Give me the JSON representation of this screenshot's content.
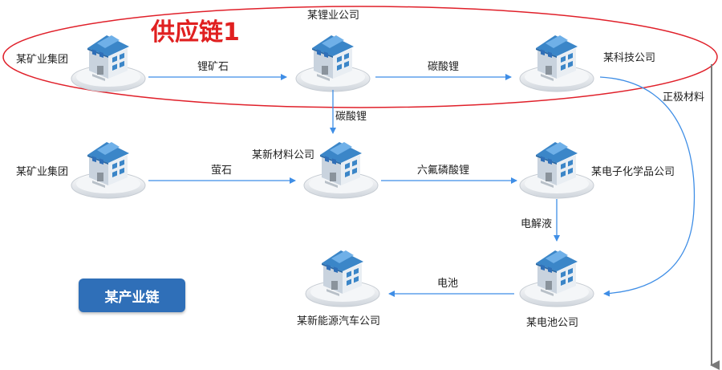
{
  "highlight": {
    "label": "供应链1",
    "color": "#e02020"
  },
  "industry_badge": {
    "label": "某产业链",
    "color": "#2f6fb8"
  },
  "nodes": {
    "mine1": {
      "label": "某矿业集团"
    },
    "lithium": {
      "label": "某锂业公司"
    },
    "tech": {
      "label": "某科技公司"
    },
    "mine2": {
      "label": "某矿业集团"
    },
    "material": {
      "label": "某新材料公司"
    },
    "chem": {
      "label": "某电子化学品公司"
    },
    "auto": {
      "label": "某新能源汽车公司"
    },
    "battery": {
      "label": "某电池公司"
    }
  },
  "edges": {
    "mine1_lithium": {
      "label": "锂矿石"
    },
    "lithium_tech": {
      "label": "碳酸锂"
    },
    "lithium_material": {
      "label": "碳酸锂"
    },
    "mine2_material": {
      "label": "萤石"
    },
    "material_chem": {
      "label": "六氟磷酸锂"
    },
    "chem_battery": {
      "label": "电解液"
    },
    "battery_auto": {
      "label": "电池"
    },
    "tech_battery": {
      "label": "正极材料"
    }
  },
  "colors": {
    "arrow": "#3f8ee6",
    "axis": "#7a7a7a",
    "roof": "#3b86c8",
    "wall": "#dfe6ee"
  }
}
